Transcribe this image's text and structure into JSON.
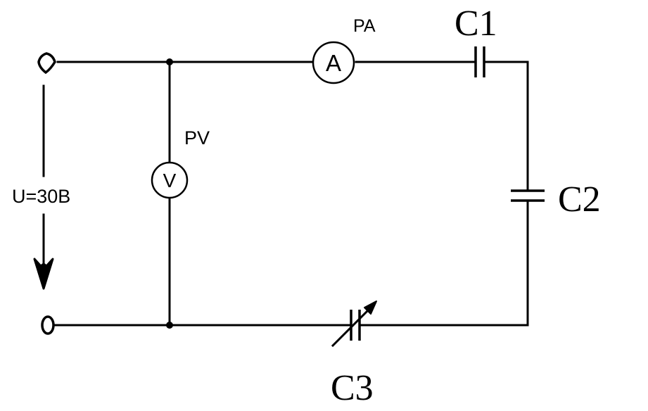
{
  "diagram": {
    "voltage_label": "U=30B",
    "ammeter": {
      "name": "PA",
      "symbol": "A"
    },
    "voltmeter": {
      "name": "PV",
      "symbol": "V"
    },
    "capacitors": {
      "c1": "C1",
      "c2": "C2",
      "c3": "C3"
    }
  }
}
